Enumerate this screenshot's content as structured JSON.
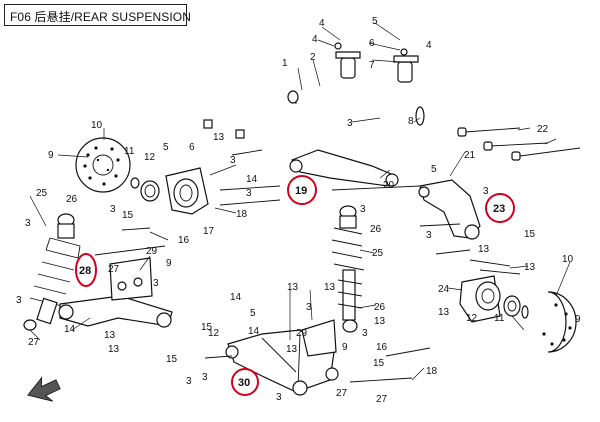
{
  "header": {
    "title": "F06 后悬挂/REAR SUSPENSION"
  },
  "callouts": [
    {
      "n": "1"
    },
    {
      "n": "2"
    },
    {
      "n": "3"
    },
    {
      "n": "4"
    },
    {
      "n": "5"
    },
    {
      "n": "6"
    },
    {
      "n": "7"
    },
    {
      "n": "8"
    },
    {
      "n": "9"
    },
    {
      "n": "10"
    },
    {
      "n": "11"
    },
    {
      "n": "12"
    },
    {
      "n": "13"
    },
    {
      "n": "14"
    },
    {
      "n": "15"
    },
    {
      "n": "16"
    },
    {
      "n": "17"
    },
    {
      "n": "18"
    },
    {
      "n": "20"
    },
    {
      "n": "21"
    },
    {
      "n": "22"
    },
    {
      "n": "24"
    },
    {
      "n": "25"
    },
    {
      "n": "26"
    },
    {
      "n": "27"
    },
    {
      "n": "29"
    }
  ],
  "highlighted": [
    "19",
    "23",
    "28",
    "30"
  ],
  "colors": {
    "highlight": "#d0021b",
    "line": "#111111"
  }
}
